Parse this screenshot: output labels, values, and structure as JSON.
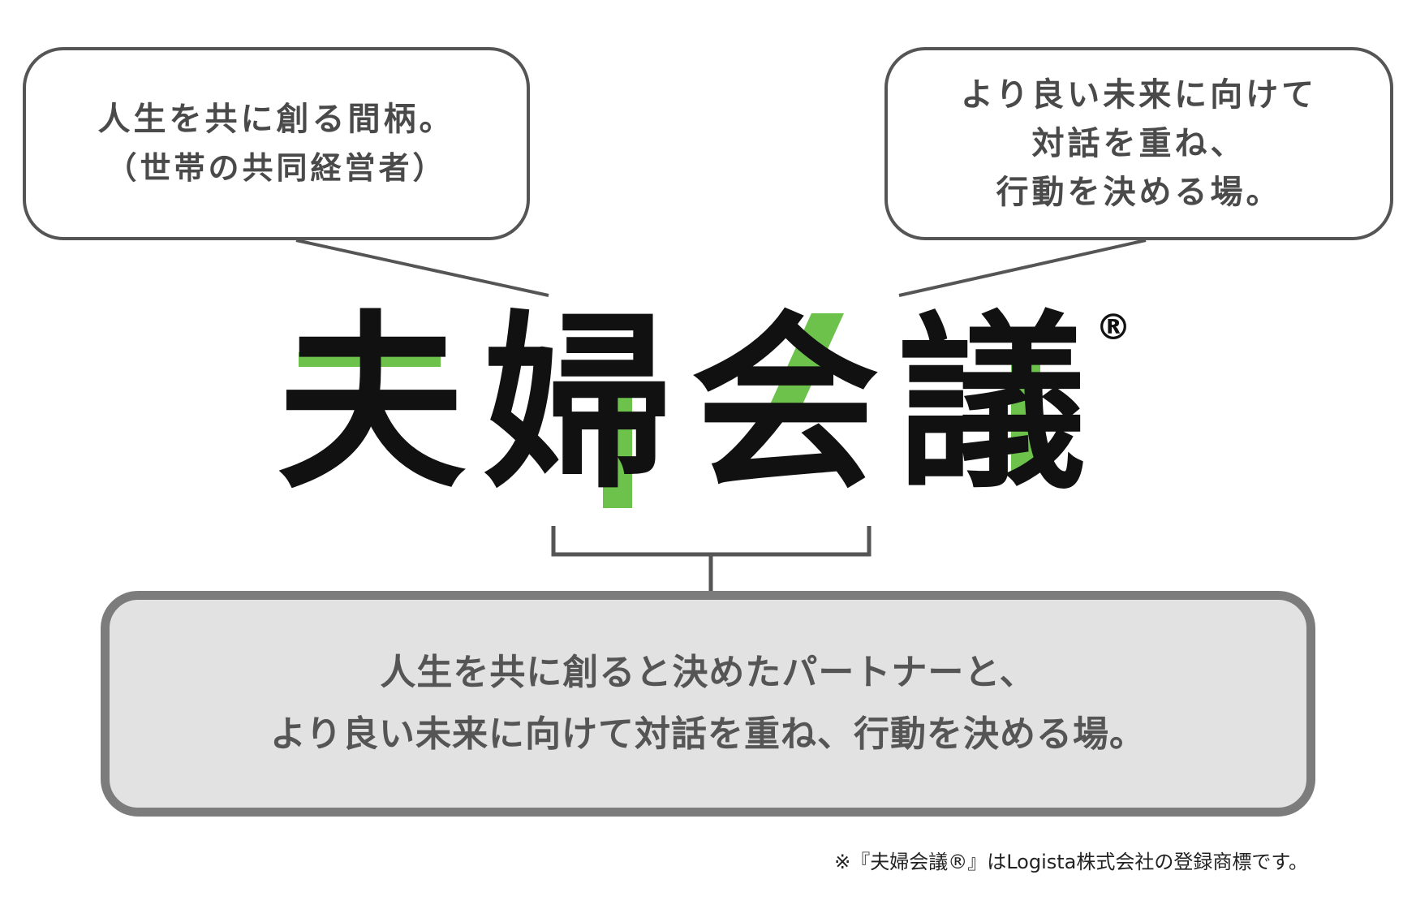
{
  "bubble_left": {
    "line1": "人生を共に創る間柄。",
    "line2": "（世帯の共同経営者）"
  },
  "bubble_right": {
    "line1": "より良い未来に向けて",
    "line2": "対話を重ね、",
    "line3": "行動を決める場。"
  },
  "logo": {
    "chars": [
      "夫",
      "婦",
      "会",
      "議"
    ],
    "registered_mark": "®",
    "colors": {
      "ink": "#111111",
      "accent": "#6cc24a"
    }
  },
  "definition": {
    "line1": "人生を共に創ると決めたパートナーと、",
    "line2": "より良い未来に向けて対話を重ね、行動を決める場。"
  },
  "footnote": "※『夫婦会議®』はLogista株式会社の登録商標です。",
  "colors": {
    "bubble_border": "#555555",
    "definition_fill": "#e2e2e2",
    "definition_border": "#7c7c7c",
    "text_gray": "#4a4a4a"
  }
}
